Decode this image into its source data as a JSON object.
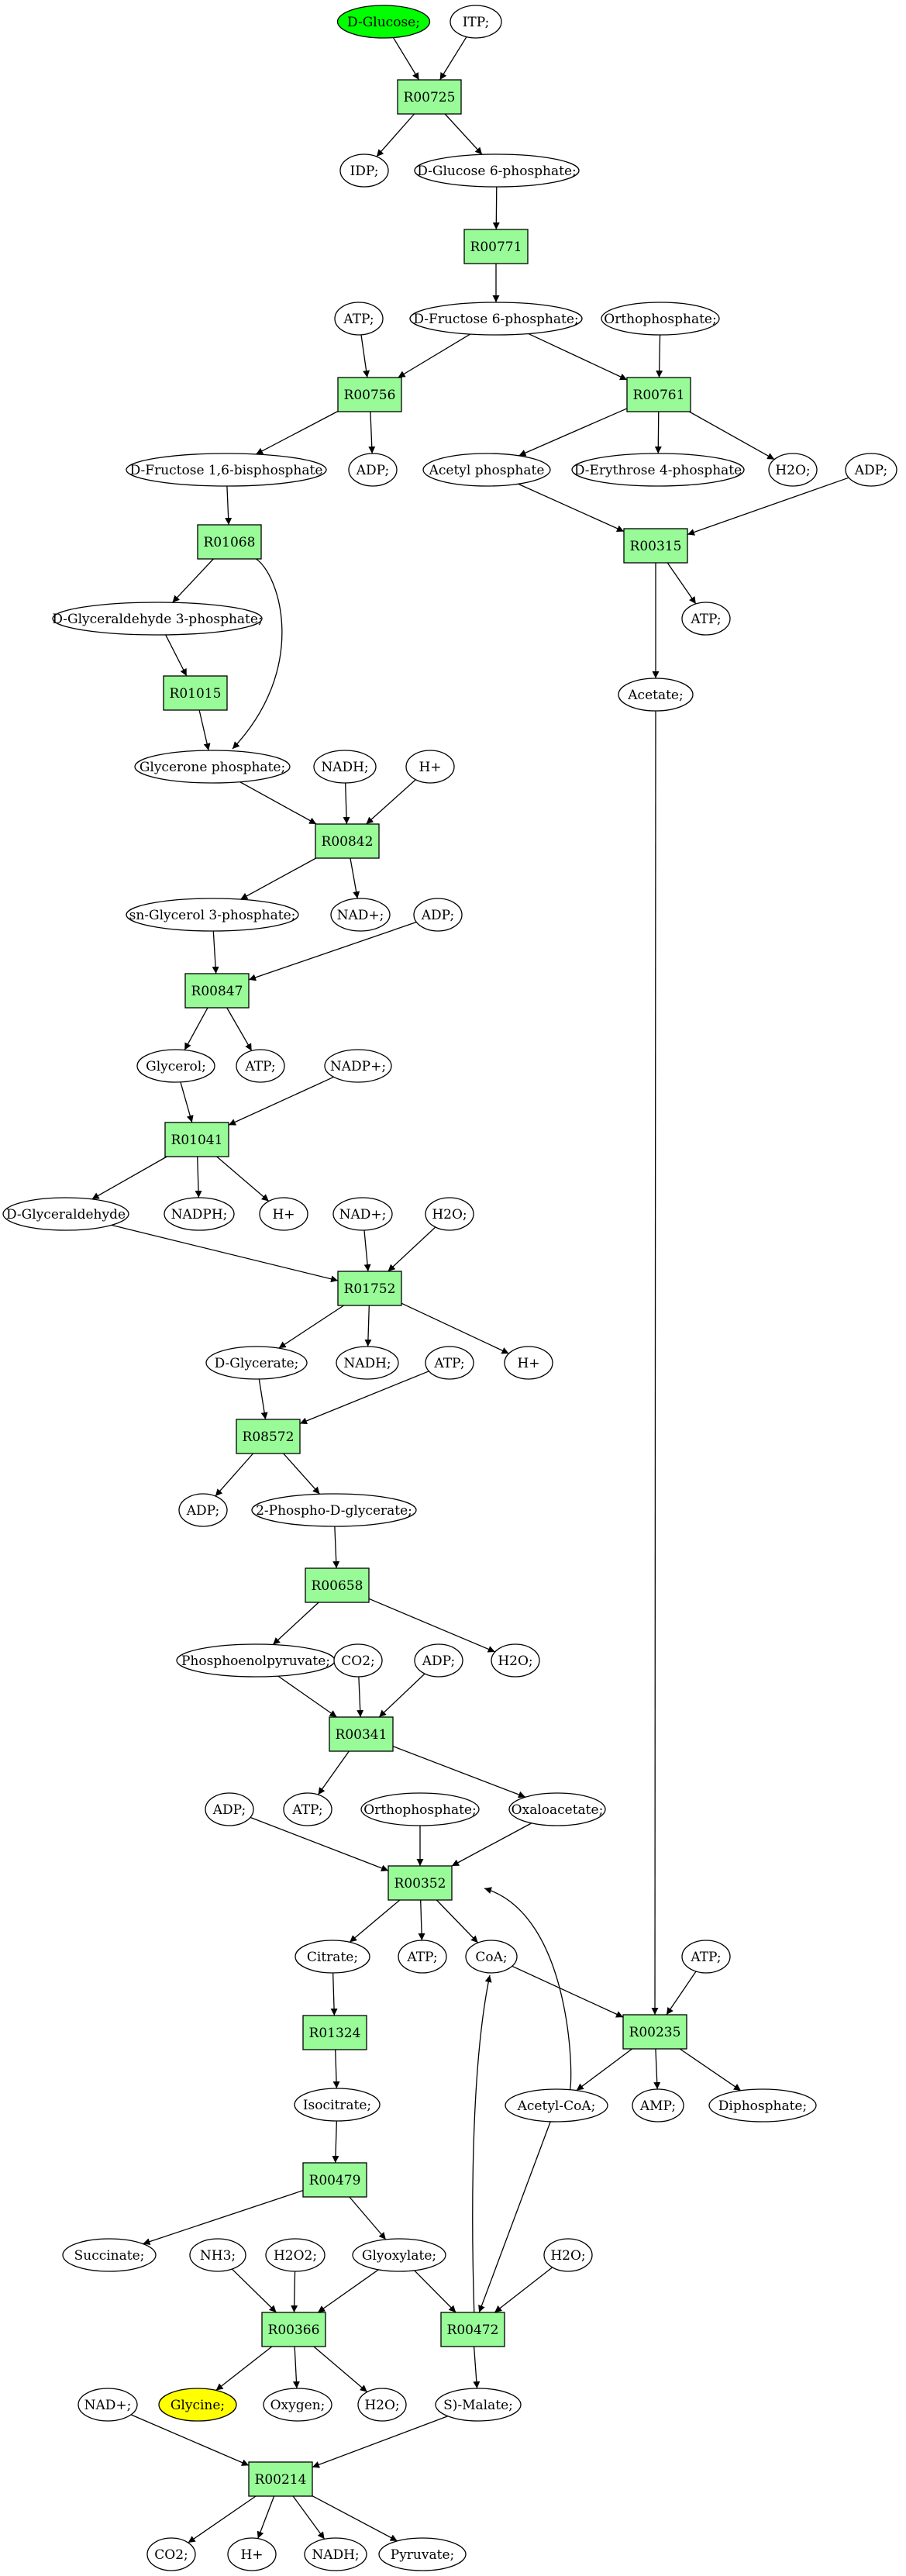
{
  "colors": {
    "reaction_fill": "#98fb98",
    "source_fill": "#00ff00",
    "target_fill": "#ffff00",
    "node_fill": "#ffffff",
    "stroke": "#000000"
  },
  "nodes": [
    {
      "id": "c_dglucose",
      "label": "D-Glucose;",
      "kind": "source"
    },
    {
      "id": "c_itp",
      "label": "ITP;",
      "kind": "compound"
    },
    {
      "id": "r_r00725",
      "label": "R00725",
      "kind": "reaction"
    },
    {
      "id": "c_idp",
      "label": "IDP;",
      "kind": "compound"
    },
    {
      "id": "c_glc6p",
      "label": "D-Glucose 6-phosphate;",
      "kind": "compound"
    },
    {
      "id": "r_r00771",
      "label": "R00771",
      "kind": "reaction"
    },
    {
      "id": "c_atp1",
      "label": "ATP;",
      "kind": "compound"
    },
    {
      "id": "c_fru6p",
      "label": "D-Fructose 6-phosphate;",
      "kind": "compound"
    },
    {
      "id": "c_ortho1",
      "label": "Orthophosphate;",
      "kind": "compound"
    },
    {
      "id": "r_r00756",
      "label": "R00756",
      "kind": "reaction"
    },
    {
      "id": "r_r00761",
      "label": "R00761",
      "kind": "reaction"
    },
    {
      "id": "c_fbp",
      "label": "D-Fructose 1,6-bisphosphate",
      "kind": "compound"
    },
    {
      "id": "c_adp1",
      "label": "ADP;",
      "kind": "compound"
    },
    {
      "id": "c_acp",
      "label": "Acetyl phosphate",
      "kind": "compound"
    },
    {
      "id": "c_e4p",
      "label": "D-Erythrose 4-phosphate",
      "kind": "compound"
    },
    {
      "id": "c_h2o1",
      "label": "H2O;",
      "kind": "compound"
    },
    {
      "id": "c_adp2",
      "label": "ADP;",
      "kind": "compound"
    },
    {
      "id": "r_r01068",
      "label": "R01068",
      "kind": "reaction"
    },
    {
      "id": "r_r00315",
      "label": "R00315",
      "kind": "reaction"
    },
    {
      "id": "c_gap",
      "label": "D-Glyceraldehyde 3-phosphate;",
      "kind": "compound"
    },
    {
      "id": "c_atp2",
      "label": "ATP;",
      "kind": "compound"
    },
    {
      "id": "r_r01015",
      "label": "R01015",
      "kind": "reaction"
    },
    {
      "id": "c_acetate",
      "label": "Acetate;",
      "kind": "compound"
    },
    {
      "id": "c_dhap",
      "label": "Glycerone phosphate;",
      "kind": "compound"
    },
    {
      "id": "c_nadh1",
      "label": "NADH;",
      "kind": "compound"
    },
    {
      "id": "c_h1",
      "label": "H+",
      "kind": "compound"
    },
    {
      "id": "r_r00842",
      "label": "R00842",
      "kind": "reaction"
    },
    {
      "id": "c_g3p",
      "label": "sn-Glycerol 3-phosphate;",
      "kind": "compound"
    },
    {
      "id": "c_nadp1",
      "label": "NAD+;",
      "kind": "compound"
    },
    {
      "id": "c_adp3",
      "label": "ADP;",
      "kind": "compound"
    },
    {
      "id": "r_r00847",
      "label": "R00847",
      "kind": "reaction"
    },
    {
      "id": "c_glycerol",
      "label": "Glycerol;",
      "kind": "compound"
    },
    {
      "id": "c_atp3",
      "label": "ATP;",
      "kind": "compound"
    },
    {
      "id": "c_nadpplus",
      "label": "NADP+;",
      "kind": "compound"
    },
    {
      "id": "r_r01041",
      "label": "R01041",
      "kind": "reaction"
    },
    {
      "id": "c_dglyald",
      "label": "D-Glyceraldehyde",
      "kind": "compound"
    },
    {
      "id": "c_nadph",
      "label": "NADPH;",
      "kind": "compound"
    },
    {
      "id": "c_h2",
      "label": "H+",
      "kind": "compound"
    },
    {
      "id": "c_nadp2",
      "label": "NAD+;",
      "kind": "compound"
    },
    {
      "id": "c_h2o2",
      "label": "H2O;",
      "kind": "compound"
    },
    {
      "id": "r_r01752",
      "label": "R01752",
      "kind": "reaction"
    },
    {
      "id": "c_dglycerate",
      "label": "D-Glycerate;",
      "kind": "compound"
    },
    {
      "id": "c_nadh2",
      "label": "NADH;",
      "kind": "compound"
    },
    {
      "id": "c_atp4",
      "label": "ATP;",
      "kind": "compound"
    },
    {
      "id": "c_h3",
      "label": "H+",
      "kind": "compound"
    },
    {
      "id": "r_r08572",
      "label": "R08572",
      "kind": "reaction"
    },
    {
      "id": "c_adp4",
      "label": "ADP;",
      "kind": "compound"
    },
    {
      "id": "c_2pg",
      "label": "2-Phospho-D-glycerate;",
      "kind": "compound"
    },
    {
      "id": "r_r00658",
      "label": "R00658",
      "kind": "reaction"
    },
    {
      "id": "c_pep",
      "label": "Phosphoenolpyruvate;",
      "kind": "compound"
    },
    {
      "id": "c_co2a",
      "label": "CO2;",
      "kind": "compound"
    },
    {
      "id": "c_adp5",
      "label": "ADP;",
      "kind": "compound"
    },
    {
      "id": "c_h2o3",
      "label": "H2O;",
      "kind": "compound"
    },
    {
      "id": "r_r00341",
      "label": "R00341",
      "kind": "reaction"
    },
    {
      "id": "c_adp6",
      "label": "ADP;",
      "kind": "compound"
    },
    {
      "id": "c_atp5",
      "label": "ATP;",
      "kind": "compound"
    },
    {
      "id": "c_ortho2",
      "label": "Orthophosphate;",
      "kind": "compound"
    },
    {
      "id": "c_oaa",
      "label": "Oxaloacetate;",
      "kind": "compound"
    },
    {
      "id": "r_r00352",
      "label": "R00352",
      "kind": "reaction"
    },
    {
      "id": "c_citrate",
      "label": "Citrate;",
      "kind": "compound"
    },
    {
      "id": "c_atp6",
      "label": "ATP;",
      "kind": "compound"
    },
    {
      "id": "c_coa",
      "label": "CoA;",
      "kind": "compound"
    },
    {
      "id": "c_atp7",
      "label": "ATP;",
      "kind": "compound"
    },
    {
      "id": "r_r01324",
      "label": "R01324",
      "kind": "reaction"
    },
    {
      "id": "r_r00235",
      "label": "R00235",
      "kind": "reaction"
    },
    {
      "id": "c_isocitrate",
      "label": "Isocitrate;",
      "kind": "compound"
    },
    {
      "id": "c_accoa",
      "label": "Acetyl-CoA;",
      "kind": "compound"
    },
    {
      "id": "c_amp",
      "label": "AMP;",
      "kind": "compound"
    },
    {
      "id": "c_ppi",
      "label": "Diphosphate;",
      "kind": "compound"
    },
    {
      "id": "r_r00479",
      "label": "R00479",
      "kind": "reaction"
    },
    {
      "id": "c_succinate",
      "label": "Succinate;",
      "kind": "compound"
    },
    {
      "id": "c_nh3",
      "label": "NH3;",
      "kind": "compound"
    },
    {
      "id": "c_h2o2b",
      "label": "H2O2;",
      "kind": "compound"
    },
    {
      "id": "c_glyoxylate",
      "label": "Glyoxylate;",
      "kind": "compound"
    },
    {
      "id": "c_h2o4",
      "label": "H2O;",
      "kind": "compound"
    },
    {
      "id": "r_r00366",
      "label": "R00366",
      "kind": "reaction"
    },
    {
      "id": "r_r00472",
      "label": "R00472",
      "kind": "reaction"
    },
    {
      "id": "c_nadp3",
      "label": "NAD+;",
      "kind": "compound"
    },
    {
      "id": "c_glycine",
      "label": "Glycine;",
      "kind": "target"
    },
    {
      "id": "c_oxygen",
      "label": "Oxygen;",
      "kind": "compound"
    },
    {
      "id": "c_h2o5",
      "label": "H2O;",
      "kind": "compound"
    },
    {
      "id": "c_malate",
      "label": "S)-Malate;",
      "kind": "compound"
    },
    {
      "id": "r_r00214",
      "label": "R00214",
      "kind": "reaction"
    },
    {
      "id": "c_co2b",
      "label": "CO2;",
      "kind": "compound"
    },
    {
      "id": "c_h4",
      "label": "H+",
      "kind": "compound"
    },
    {
      "id": "c_nadh3",
      "label": "NADH;",
      "kind": "compound"
    },
    {
      "id": "c_pyruvate",
      "label": "Pyruvate;",
      "kind": "compound"
    }
  ],
  "edges": [
    [
      "c_dglucose",
      "r_r00725"
    ],
    [
      "c_itp",
      "r_r00725"
    ],
    [
      "r_r00725",
      "c_idp"
    ],
    [
      "r_r00725",
      "c_glc6p"
    ],
    [
      "c_glc6p",
      "r_r00771"
    ],
    [
      "r_r00771",
      "c_fru6p"
    ],
    [
      "c_atp1",
      "r_r00756"
    ],
    [
      "c_fru6p",
      "r_r00756"
    ],
    [
      "c_fru6p",
      "r_r00761"
    ],
    [
      "c_ortho1",
      "r_r00761"
    ],
    [
      "r_r00756",
      "c_fbp"
    ],
    [
      "r_r00756",
      "c_adp1"
    ],
    [
      "r_r00761",
      "c_acp"
    ],
    [
      "r_r00761",
      "c_e4p"
    ],
    [
      "r_r00761",
      "c_h2o1"
    ],
    [
      "c_fbp",
      "r_r01068"
    ],
    [
      "c_acp",
      "r_r00315"
    ],
    [
      "c_adp2",
      "r_r00315"
    ],
    [
      "r_r01068",
      "c_gap"
    ],
    [
      "r_r01068",
      "c_dhap"
    ],
    [
      "r_r00315",
      "c_atp2"
    ],
    [
      "r_r00315",
      "c_acetate"
    ],
    [
      "c_gap",
      "r_r01015"
    ],
    [
      "r_r01015",
      "c_dhap"
    ],
    [
      "c_dhap",
      "r_r00842"
    ],
    [
      "c_nadh1",
      "r_r00842"
    ],
    [
      "c_h1",
      "r_r00842"
    ],
    [
      "r_r00842",
      "c_g3p"
    ],
    [
      "r_r00842",
      "c_nadp1"
    ],
    [
      "c_g3p",
      "r_r00847"
    ],
    [
      "c_adp3",
      "r_r00847"
    ],
    [
      "r_r00847",
      "c_glycerol"
    ],
    [
      "r_r00847",
      "c_atp3"
    ],
    [
      "c_glycerol",
      "r_r01041"
    ],
    [
      "c_nadpplus",
      "r_r01041"
    ],
    [
      "r_r01041",
      "c_dglyald"
    ],
    [
      "r_r01041",
      "c_nadph"
    ],
    [
      "r_r01041",
      "c_h2"
    ],
    [
      "c_dglyald",
      "r_r01752"
    ],
    [
      "c_nadp2",
      "r_r01752"
    ],
    [
      "c_h2o2",
      "r_r01752"
    ],
    [
      "r_r01752",
      "c_dglycerate"
    ],
    [
      "r_r01752",
      "c_nadh2"
    ],
    [
      "r_r01752",
      "c_h3"
    ],
    [
      "c_dglycerate",
      "r_r08572"
    ],
    [
      "c_atp4",
      "r_r08572"
    ],
    [
      "r_r08572",
      "c_adp4"
    ],
    [
      "r_r08572",
      "c_2pg"
    ],
    [
      "c_2pg",
      "r_r00658"
    ],
    [
      "r_r00658",
      "c_pep"
    ],
    [
      "r_r00658",
      "c_h2o3"
    ],
    [
      "c_pep",
      "r_r00341"
    ],
    [
      "c_co2a",
      "r_r00341"
    ],
    [
      "c_adp5",
      "r_r00341"
    ],
    [
      "r_r00341",
      "c_atp5"
    ],
    [
      "r_r00341",
      "c_oaa"
    ],
    [
      "c_adp6",
      "r_r00352"
    ],
    [
      "c_ortho2",
      "r_r00352"
    ],
    [
      "c_oaa",
      "r_r00352"
    ],
    [
      "r_r00352",
      "c_citrate"
    ],
    [
      "r_r00352",
      "c_atp6"
    ],
    [
      "r_r00352",
      "c_coa"
    ],
    [
      "c_accoa",
      "r_r00352"
    ],
    [
      "c_citrate",
      "r_r01324"
    ],
    [
      "r_r01324",
      "c_isocitrate"
    ],
    [
      "c_acetate",
      "r_r00235"
    ],
    [
      "c_atp7",
      "r_r00235"
    ],
    [
      "c_coa",
      "r_r00235"
    ],
    [
      "r_r00235",
      "c_accoa"
    ],
    [
      "r_r00235",
      "c_amp"
    ],
    [
      "r_r00235",
      "c_ppi"
    ],
    [
      "c_isocitrate",
      "r_r00479"
    ],
    [
      "r_r00479",
      "c_succinate"
    ],
    [
      "r_r00479",
      "c_glyoxylate"
    ],
    [
      "c_nh3",
      "r_r00366"
    ],
    [
      "c_h2o2b",
      "r_r00366"
    ],
    [
      "c_glyoxylate",
      "r_r00366"
    ],
    [
      "c_glyoxylate",
      "r_r00472"
    ],
    [
      "c_accoa",
      "r_r00472"
    ],
    [
      "c_h2o4",
      "r_r00472"
    ],
    [
      "r_r00366",
      "c_glycine"
    ],
    [
      "r_r00366",
      "c_oxygen"
    ],
    [
      "r_r00366",
      "c_h2o5"
    ],
    [
      "r_r00472",
      "c_coa"
    ],
    [
      "r_r00472",
      "c_malate"
    ],
    [
      "c_nadp3",
      "r_r00214"
    ],
    [
      "c_malate",
      "r_r00214"
    ],
    [
      "r_r00214",
      "c_co2b"
    ],
    [
      "r_r00214",
      "c_h4"
    ],
    [
      "r_r00214",
      "c_nadh3"
    ],
    [
      "r_r00214",
      "c_pyruvate"
    ]
  ]
}
